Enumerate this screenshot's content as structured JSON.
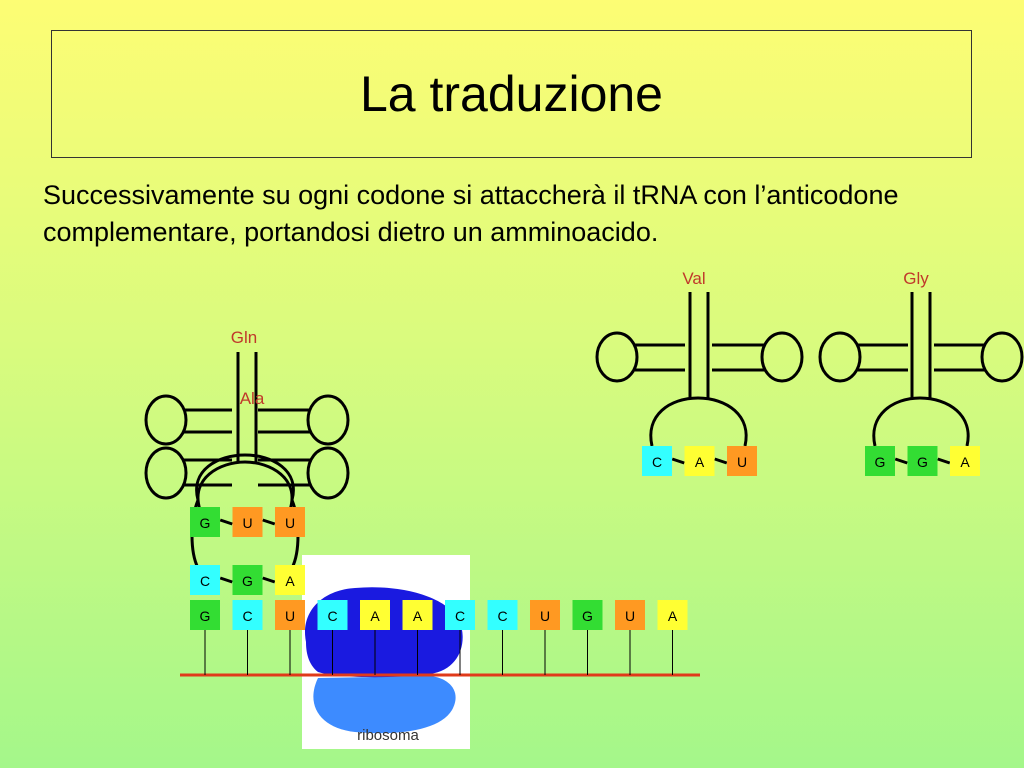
{
  "title": "La traduzione",
  "body": "Successivamente su ogni codone si attaccherà il tRNA con l’anticodone complementare, portandosi dietro un amminoacido.",
  "colors": {
    "A": "#ffff33",
    "C": "#33ffff",
    "G": "#33dd33",
    "U": "#ff9922"
  },
  "mrna": [
    "G",
    "C",
    "U",
    "C",
    "A",
    "A",
    "C",
    "C",
    "U",
    "G",
    "U",
    "A"
  ],
  "trna_bound": {
    "amino_acid": "Ala",
    "anticodon": [
      "C",
      "G",
      "A"
    ]
  },
  "trna_incoming": {
    "amino_acid": "Gln",
    "anticodon": [
      "G",
      "U",
      "U"
    ]
  },
  "trna_val": {
    "amino_acid": "Val",
    "anticodon": [
      "C",
      "A",
      "U"
    ]
  },
  "trna_gly": {
    "amino_acid": "Gly",
    "anticodon": [
      "G",
      "G",
      "A"
    ]
  },
  "ribosome_label": "ribosoma"
}
